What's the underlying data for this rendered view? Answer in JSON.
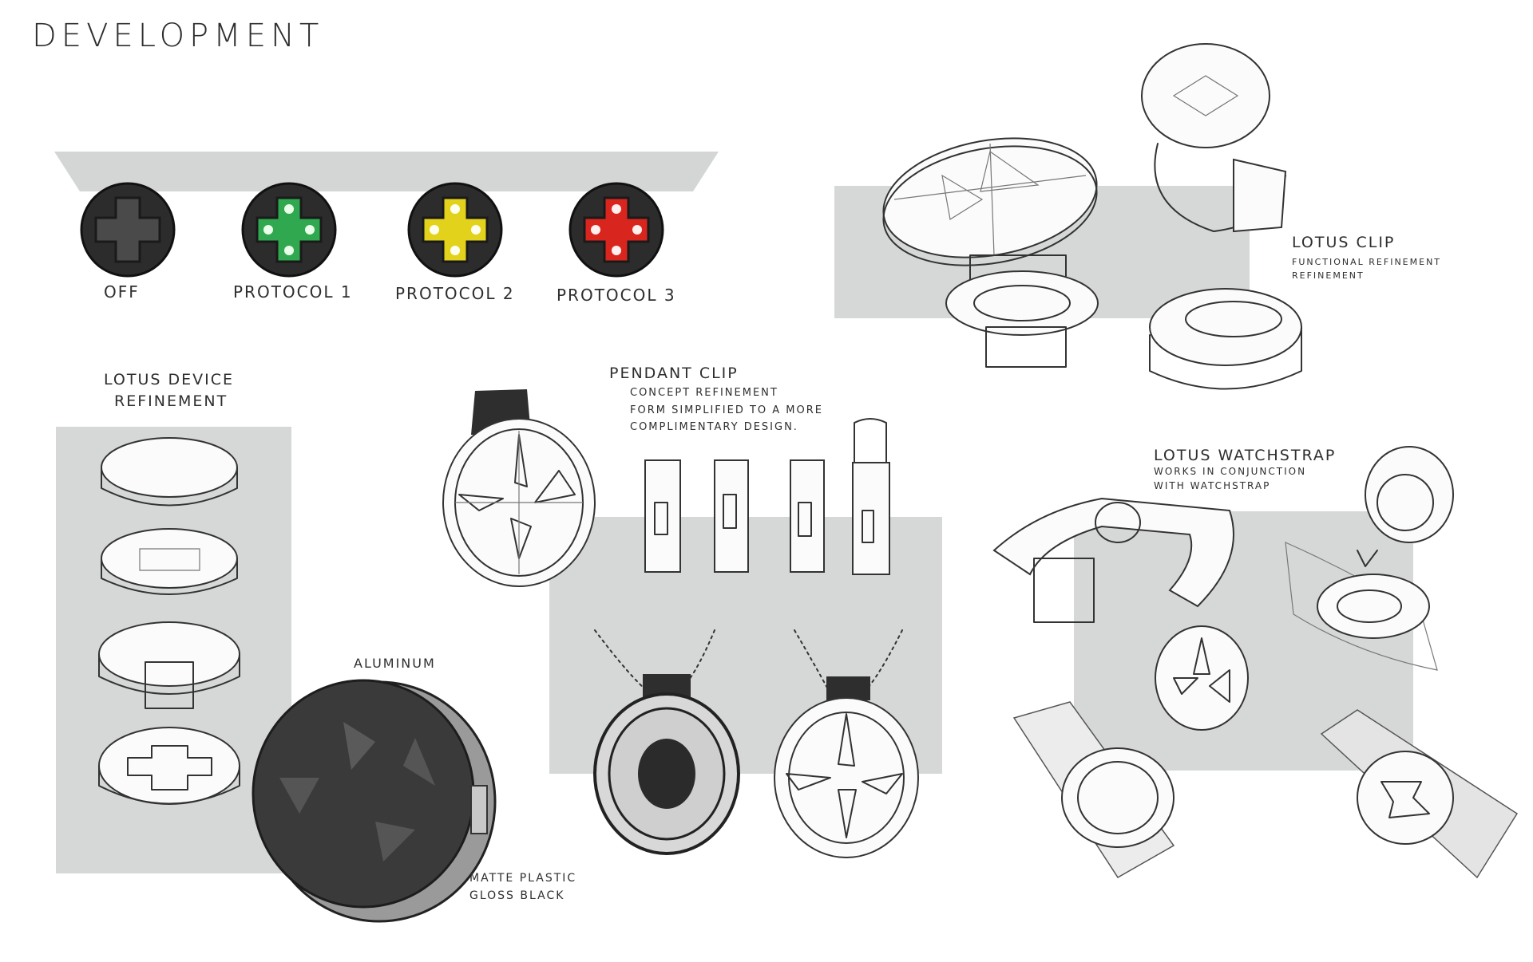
{
  "page_title": "Development",
  "protocol_states": [
    {
      "label": "Off",
      "color": "#3a3a3a",
      "glow": "#4a4a4a"
    },
    {
      "label": "Protocol 1",
      "color": "#2fa84f",
      "glow": "#dfffe0"
    },
    {
      "label": "Protocol 2",
      "color": "#e3d21c",
      "glow": "#fffde0"
    },
    {
      "label": "Protocol 3",
      "color": "#d8261f",
      "glow": "#ffe6e6"
    }
  ],
  "lotus_clip": {
    "title": "Lotus Clip",
    "line1": "Functional Refinement",
    "line2": "Refinement"
  },
  "lotus_device": {
    "title_line1": "Lotus Device",
    "title_line2": "Refinement"
  },
  "pendant_clip": {
    "title": "Pendant Clip",
    "line1": "Concept Refinement",
    "line2": "Form simplified to a more",
    "line3": "complimentary design."
  },
  "lotus_watchstrap": {
    "title": "Lotus Watchstrap",
    "line1": "Works in conjunction",
    "line2": "with watchstrap"
  },
  "materials": {
    "aluminum": "Aluminum",
    "matte": "Matte Plastic",
    "gloss": "Gloss Black"
  },
  "colors": {
    "panel_gray": "#d6d8d8",
    "device_dark": "#3a3a3a",
    "green": "#2fa84f",
    "yellow": "#e3d21c",
    "red": "#d8261f"
  }
}
